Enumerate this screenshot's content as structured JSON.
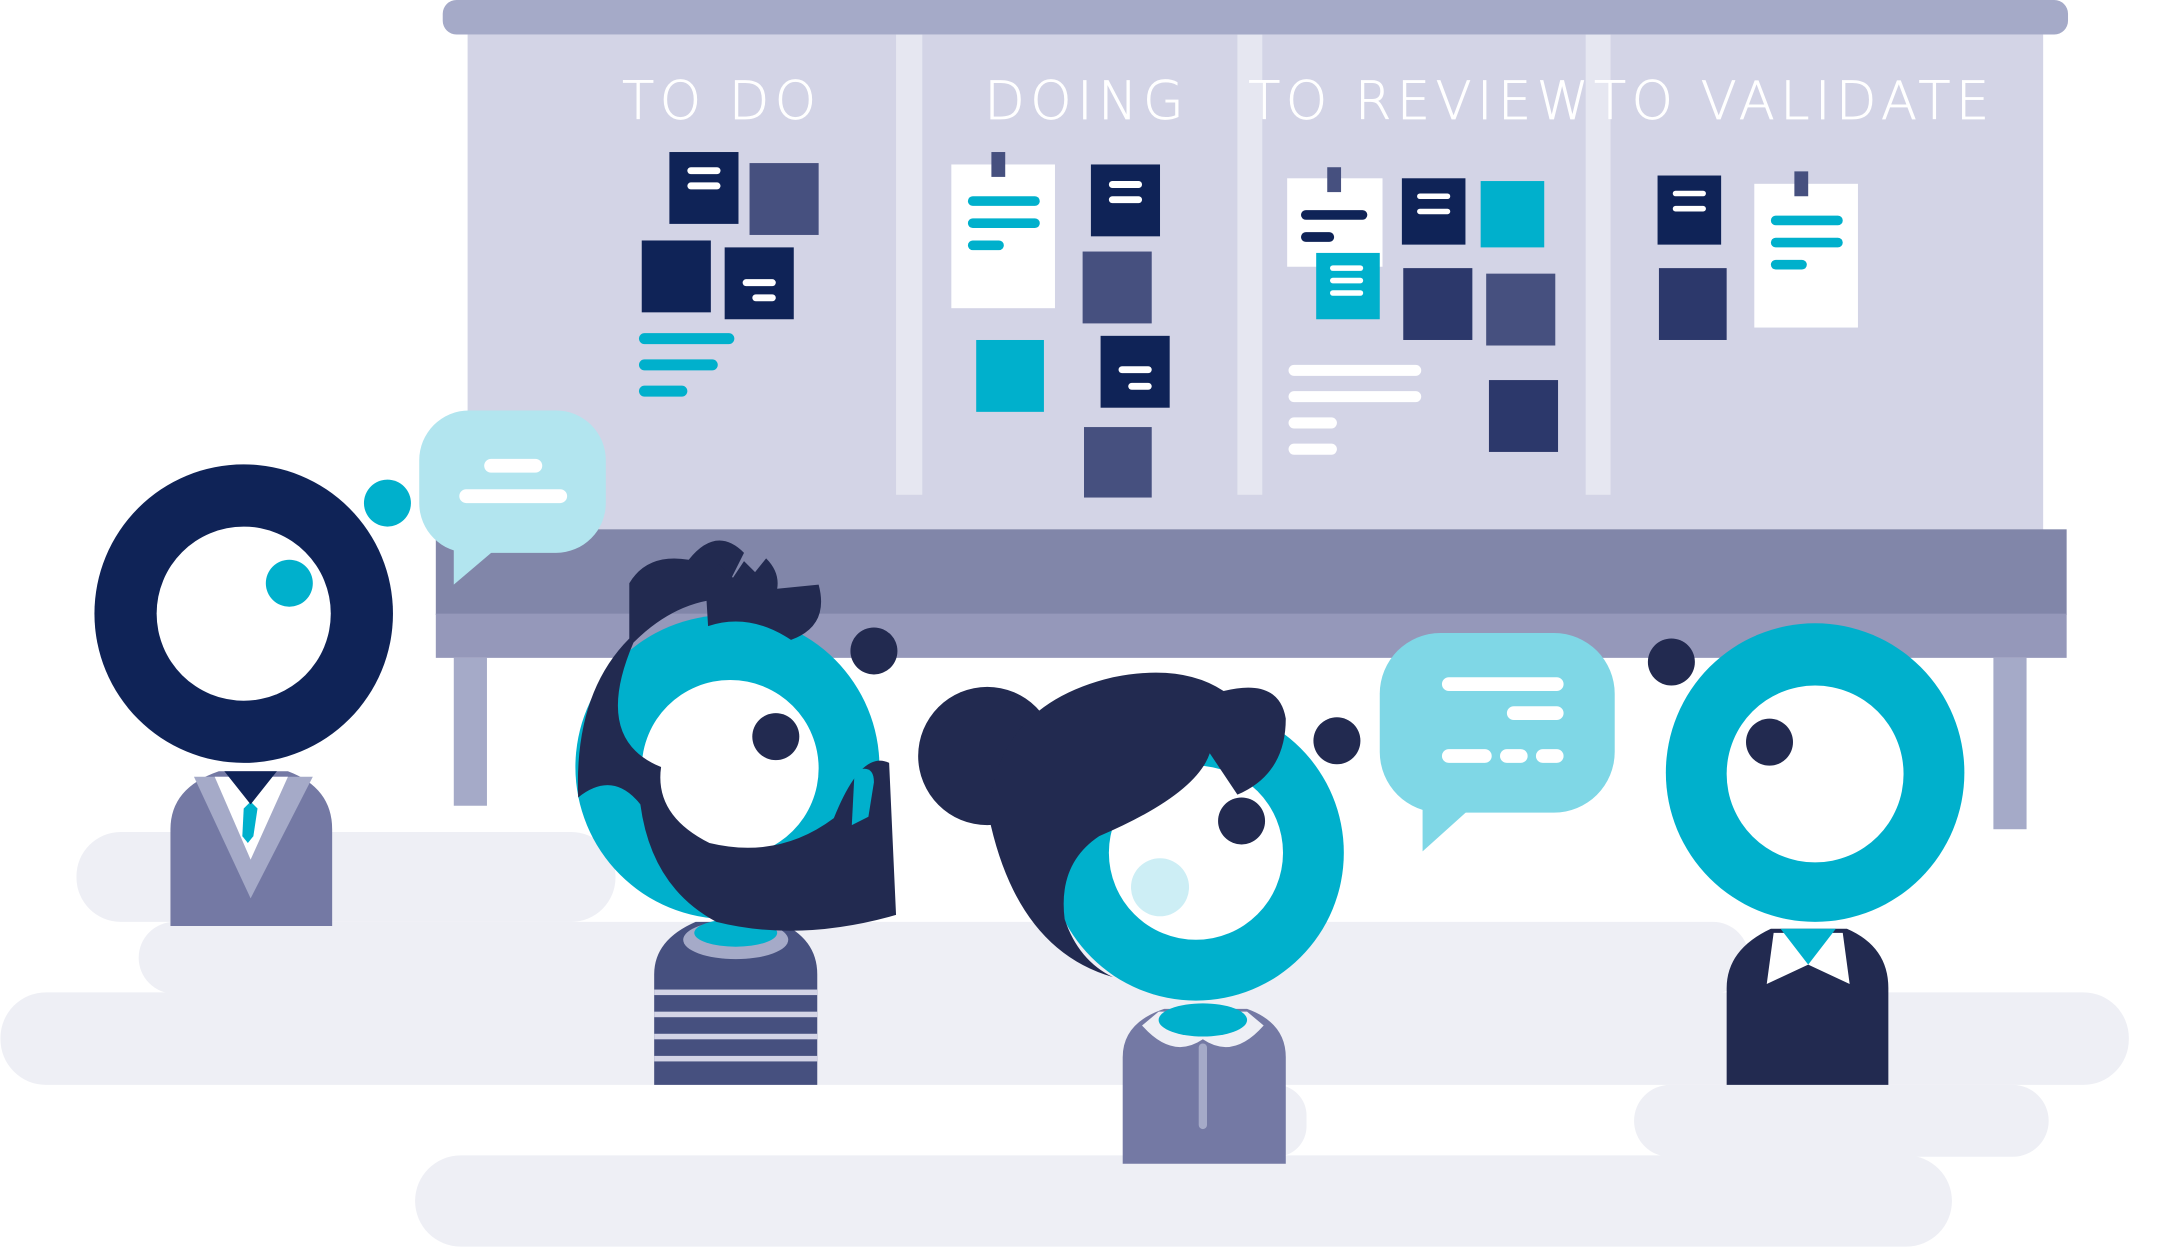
{
  "board": {
    "columns": [
      {
        "title": "TO DO"
      },
      {
        "title": "DOING"
      },
      {
        "title": "TO REVIEW"
      },
      {
        "title": "TO VALIDATE"
      }
    ]
  },
  "colors": {
    "navy": "#0f2357",
    "indigo": "#46507f",
    "teal": "#00b0cc",
    "board": "#d3d4e6",
    "shelf": "#8186a9",
    "cloud": "#eeeff5"
  }
}
